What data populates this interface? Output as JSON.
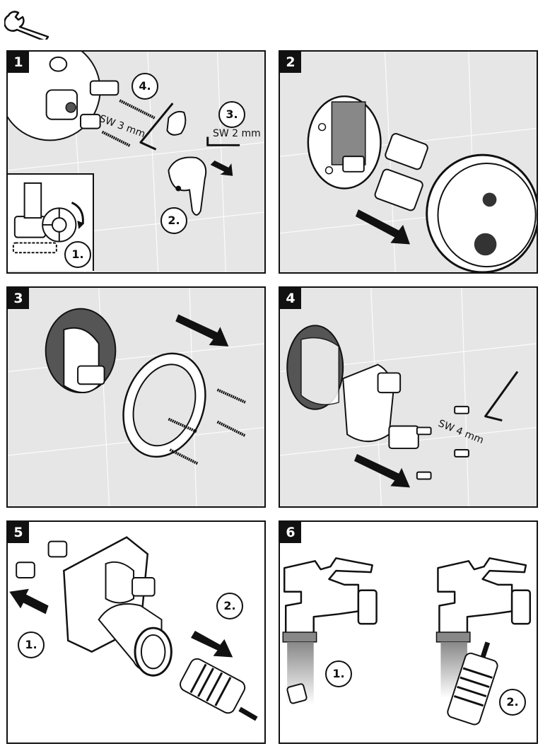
{
  "panels": [
    {
      "number": "1",
      "steps": [
        "1.",
        "2.",
        "3.",
        "4."
      ],
      "tool_labels": [
        "SW 3 mm",
        "SW 2 mm"
      ]
    },
    {
      "number": "2",
      "steps": [],
      "tool_labels": []
    },
    {
      "number": "3",
      "steps": [],
      "tool_labels": []
    },
    {
      "number": "4",
      "steps": [],
      "tool_labels": [
        "SW 4 mm"
      ]
    },
    {
      "number": "5",
      "steps": [
        "1.",
        "2."
      ],
      "tool_labels": []
    },
    {
      "number": "6",
      "steps": [
        "1.",
        "2."
      ],
      "tool_labels": []
    }
  ],
  "icons": [
    "wrench-icon",
    "arrow-icon",
    "hex-key-icon",
    "screw-icon",
    "cartridge-icon",
    "faucet-icon"
  ],
  "colors": {
    "tile_bg": "#e6e6e6",
    "ink": "#111111",
    "paper": "#ffffff"
  }
}
